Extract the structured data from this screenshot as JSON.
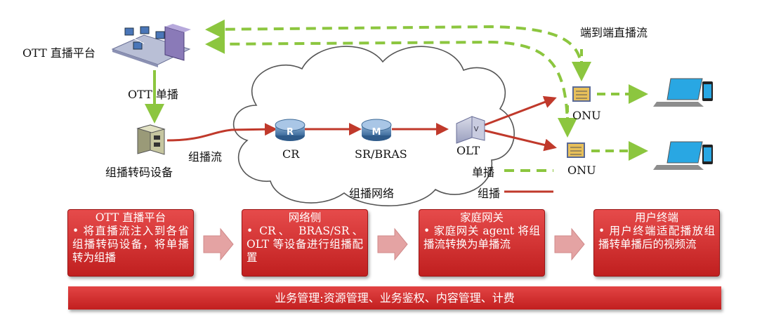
{
  "labels": {
    "ott_platform": "OTT 直播平台",
    "ott_unicast": "OTT 单播",
    "transcoder": "组播转码设备",
    "multicast_stream": "组播流",
    "cr": "CR",
    "sr_bras": "SR/BRAS",
    "olt": "OLT",
    "multicast_network": "组播网络",
    "onu_top": "ONU",
    "onu_bottom": "ONU",
    "e2e_stream": "端到端直播流"
  },
  "legend": {
    "unicast": "单播",
    "multicast": "组播"
  },
  "colors": {
    "unicast_green": "#8cc63f",
    "multicast_red": "#c0392b",
    "panel_red": "#d42a2a"
  },
  "panels": [
    {
      "title": "OTT 直播平台",
      "body": "• 将直播流注入到各省组播转码设备，将单播转为组播"
    },
    {
      "title": "网络侧",
      "body": "• CR、 BRAS/SR、OLT 等设备进行组播配置"
    },
    {
      "title": "家庭网关",
      "body": "• 家庭网关 agent 将组播流转换为单播流"
    },
    {
      "title": "用户终端",
      "body": "• 用户终端适配播放组播转单播后的视频流"
    }
  ],
  "footer": {
    "text": "业务管理:资源管理、业务鉴权、内容管理、计费"
  },
  "icons": [
    "server-platform-icon",
    "transcoder-icon",
    "router-icon",
    "switch-icon",
    "olt-icon",
    "onu-icon",
    "laptop-icon",
    "phone-icon"
  ]
}
